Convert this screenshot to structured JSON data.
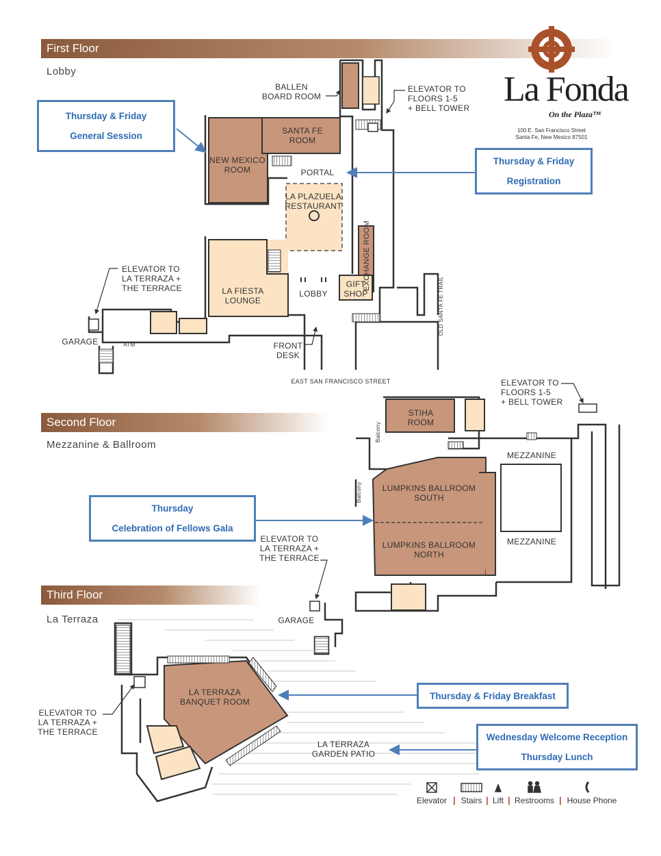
{
  "colors": {
    "room_fill": "#c8967a",
    "light_fill": "#fbe3c4",
    "accent_blue": "#4f7fb8",
    "header_brown": "#8a5a3c"
  },
  "floors": {
    "first": {
      "title": "First Floor",
      "subtitle": "Lobby"
    },
    "second": {
      "title": "Second Floor",
      "subtitle": "Mezzanine & Ballroom"
    },
    "third": {
      "title": "Third Floor",
      "subtitle": "La Terraza"
    }
  },
  "brand": {
    "name": "La Fonda",
    "tagline": "On the Plaza™",
    "address_line1": "100 E. San Francisco Street",
    "address_line2": "Santa Fe, New Mexico 87501"
  },
  "callouts": {
    "general_session": {
      "line1": "Thursday & Friday",
      "line2": "General Session"
    },
    "registration": {
      "line1": "Thursday & Friday",
      "line2": "Registration"
    },
    "gala": {
      "line1": "Thursday",
      "line2": "Celebration of Fellows Gala"
    },
    "breakfast": {
      "line1": "Thursday & Friday Breakfast"
    },
    "reception": {
      "line1": "Wednesday Welcome Reception",
      "line2": "Thursday Lunch"
    }
  },
  "first_labels": {
    "ballen_1": "BALLEN",
    "ballen_2": "BOARD ROOM",
    "elev1_1": "ELEVATOR TO",
    "elev1_2": "FLOORS 1-5",
    "elev1_3": "+ BELL TOWER",
    "santafe_1": "SANTA FE",
    "santafe_2": "ROOM",
    "newmexico_1": "NEW MEXICO",
    "newmexico_2": "ROOM",
    "portal": "PORTAL",
    "plazuela_1": "LA PLAZUELA",
    "plazuela_2": "RESTAURANT",
    "exchange": "EXCHANGE ROOM",
    "elev2_1": "ELEVATOR TO",
    "elev2_2": "LA TERRAZA +",
    "elev2_3": "THE TERRACE",
    "fiesta_1": "LA FIESTA",
    "fiesta_2": "LOUNGE",
    "lobby": "LOBBY",
    "gift_1": "GIFT",
    "gift_2": "SHOP",
    "trail": "OLD SANTA FE TRAIL",
    "garage": "GARAGE",
    "atm": "ATM",
    "desk_1": "FRONT",
    "desk_2": "DESK",
    "street": "EAST SAN FRANCISCO STREET"
  },
  "second_labels": {
    "elev1_1": "ELEVATOR TO",
    "elev1_2": "FLOORS 1-5",
    "elev1_3": "+ BELL TOWER",
    "stiha_1": "STIHA",
    "stiha_2": "ROOM",
    "balcony": "Balcony",
    "mezzanine": "MEZZANINE",
    "south_1": "LUMPKINS BALLROOM",
    "south_2": "SOUTH",
    "north_1": "LUMPKINS BALLROOM",
    "north_2": "NORTH",
    "elev2_1": "ELEVATOR TO",
    "elev2_2": "LA TERRAZA +",
    "elev2_3": "THE TERRACE",
    "garage": "GARAGE"
  },
  "third_labels": {
    "banquet_1": "LA TERRAZA",
    "banquet_2": "BANQUET ROOM",
    "elev_1": "ELEVATOR TO",
    "elev_2": "LA TERRAZA +",
    "elev_3": "THE TERRACE",
    "patio_1": "LA TERRAZA",
    "patio_2": "GARDEN PATIO"
  },
  "legend": [
    {
      "label": "Elevator",
      "icon": "elevator-icon"
    },
    {
      "label": "Stairs",
      "icon": "stairs-icon"
    },
    {
      "label": "Lift",
      "icon": "lift-icon"
    },
    {
      "label": "Restrooms",
      "icon": "restrooms-icon"
    },
    {
      "label": "House Phone",
      "icon": "house-phone-icon"
    }
  ]
}
